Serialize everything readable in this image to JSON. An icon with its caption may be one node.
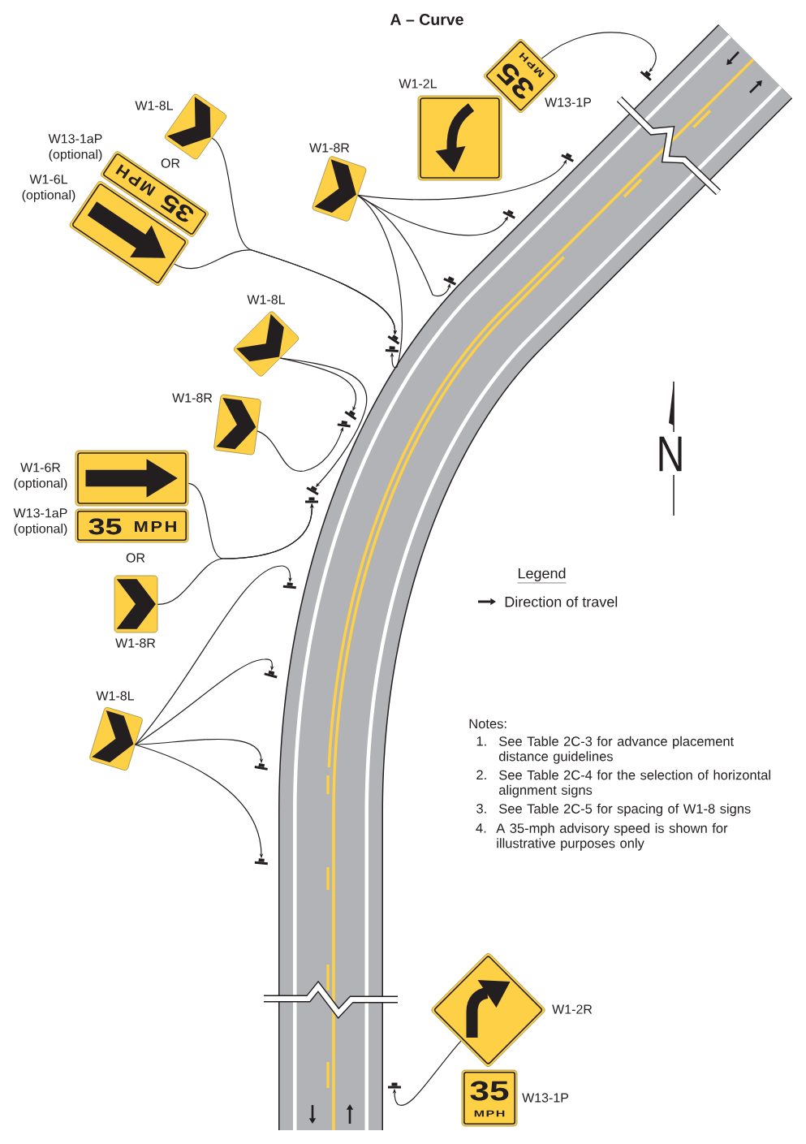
{
  "diagram": {
    "title": "A – Curve",
    "nodes": [
      {
        "text": [],
        "shape": "box",
        "beside": [
          "W1-2L"
        ]
      },
      {
        "text": [
          "35",
          "MPH"
        ],
        "beside": [
          "W13-1P"
        ]
      },
      {
        "text": [],
        "shape": "box",
        "beside": [
          "W1-8L"
        ]
      },
      {
        "text": [
          "35",
          "MPH"
        ],
        "beside": [
          "W13-1aP (optional)"
        ]
      },
      {
        "text": [],
        "shape": "box",
        "beside": [
          "W1-6L (optional)"
        ]
      },
      {
        "text": [],
        "shape": "box",
        "beside": [
          "W1-8R"
        ]
      },
      {
        "text": [],
        "shape": "box",
        "beside": [
          "W1-8L"
        ]
      },
      {
        "text": [],
        "shape": "box",
        "beside": [
          "W1-8R"
        ]
      },
      {
        "text": [],
        "shape": "box",
        "beside": [
          "W1-6R (optional)"
        ]
      },
      {
        "text": [
          "35",
          "MPH"
        ],
        "beside": [
          "W13-1aP (optional)"
        ]
      },
      {
        "text": [],
        "shape": "box",
        "beside": [
          "W1-8R"
        ]
      },
      {
        "text": [],
        "shape": "box",
        "beside": [
          "W1-8L"
        ]
      },
      {
        "text": [],
        "shape": "diamond",
        "beside": [
          "W1-2R"
        ]
      },
      {
        "text": [
          "35",
          "MPH"
        ],
        "beside": [
          "W13-1P"
        ]
      },
      {
        "text": [],
        "shape": "bar"
      },
      {
        "text": [],
        "shape": "bar"
      },
      {
        "text": [],
        "shape": "bar"
      },
      {
        "text": [],
        "shape": "bar"
      },
      {
        "text": [],
        "shape": "bar"
      },
      {
        "text": [],
        "shape": "bar"
      },
      {
        "text": [],
        "shape": "bar"
      },
      {
        "text": [],
        "shape": "bar"
      },
      {
        "text": [],
        "shape": "bar"
      },
      {
        "text": [],
        "shape": "bar"
      },
      {
        "text": [],
        "shape": "bar"
      },
      {
        "text": [],
        "shape": "bar"
      },
      {
        "text": [],
        "shape": "bar"
      },
      {
        "text": [],
        "shape": "bar"
      },
      {
        "text": [],
        "shape": "bar"
      }
    ],
    "edges": [
      {
        "from": 1,
        "to": 14,
        "arrow": "to"
      },
      {
        "from": 5,
        "to": 15,
        "arrow": "to"
      },
      {
        "from": 5,
        "to": 16,
        "arrow": "to"
      },
      {
        "from": 5,
        "to": 17,
        "arrow": "to"
      },
      {
        "from": 2,
        "to": 18,
        "arrow": "to"
      },
      {
        "from": 4,
        "to": 18,
        "arrow": "to"
      },
      {
        "from": 5,
        "to": 19,
        "arrow": "to"
      },
      {
        "from": 6,
        "to": 20,
        "arrow": "to"
      },
      {
        "from": 6,
        "to": 22,
        "arrow": "to"
      },
      {
        "from": 7,
        "to": 21,
        "arrow": "to"
      },
      {
        "from": 8,
        "to": 23,
        "arrow": "to"
      },
      {
        "from": 10,
        "to": 23,
        "arrow": "to"
      },
      {
        "from": 11,
        "to": 24,
        "arrow": "to"
      },
      {
        "from": 11,
        "to": 25,
        "arrow": "to"
      },
      {
        "from": 11,
        "to": 26,
        "arrow": "to"
      },
      {
        "from": 11,
        "to": 27,
        "arrow": "to"
      },
      {
        "from": 12,
        "to": 28,
        "arrow": "to"
      }
    ],
    "labels": [
      "OR",
      "N",
      "OR",
      "Legend",
      "Notes:",
      "1.",
      "See Table 2C-3 for advance placement distance guidelines",
      "2.",
      "See Table 2C-4 for the selection of horizontal alignment signs",
      "3.",
      "See Table 2C-5 for spacing of W1-8 signs",
      "4.",
      "A 35-mph advisory speed is shown for illustrative purposes only"
    ],
    "legend": [
      {
        "text": "Direction of travel"
      }
    ]
  }
}
